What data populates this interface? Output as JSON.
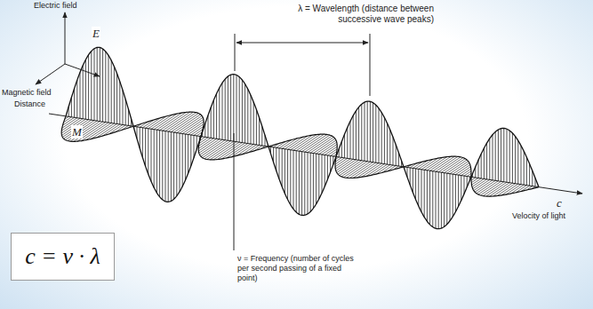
{
  "diagram": {
    "nodes": [
      {
        "text": [
          "c = ν · λ"
        ]
      }
    ],
    "labels": [
      "Electric field",
      "Magnetic field",
      "Distance",
      "E",
      "M",
      "λ = Wavelength (distance between successive wave peaks)",
      "c",
      "Velocity of light",
      "ν = Frequency (number of cycles per second passing of a fixed point)"
    ]
  }
}
